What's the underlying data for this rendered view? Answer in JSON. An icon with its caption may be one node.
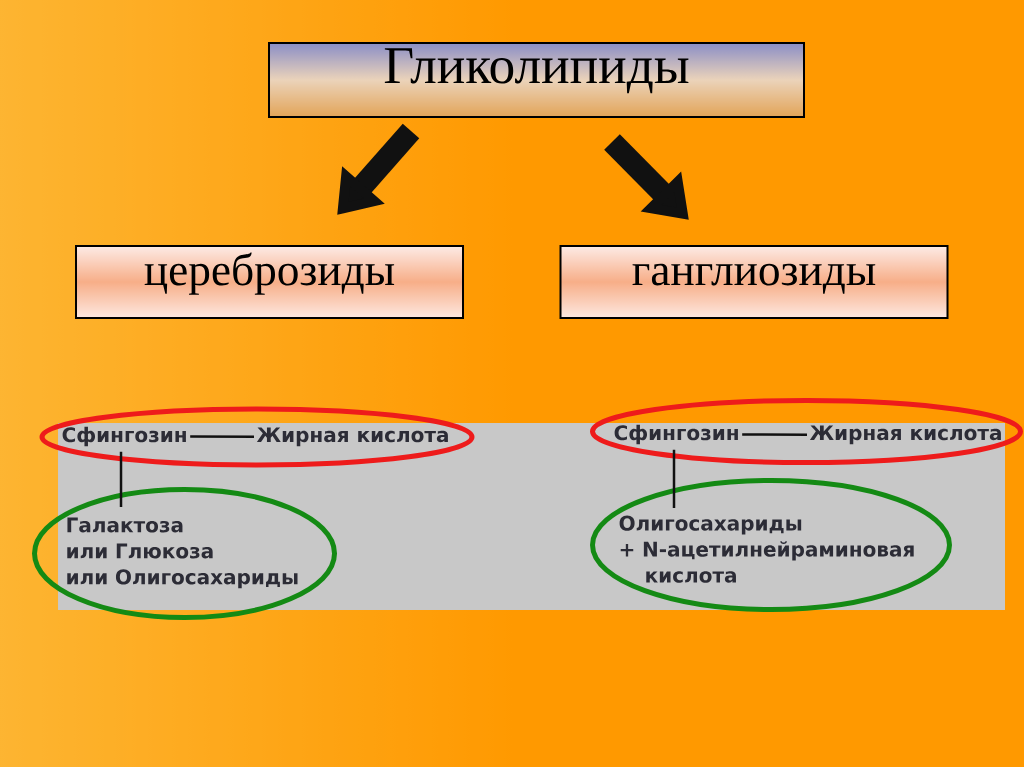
{
  "diagram": {
    "nodes": [
      {
        "text": [
          "Гликолипиды"
        ]
      },
      {
        "text": [
          "цереброзиды"
        ]
      },
      {
        "text": [
          "ганглиозиды"
        ]
      },
      {
        "text": [],
        "shape": "ellipse"
      },
      {
        "text": [
          "Сфингозин"
        ],
        "in": 3
      },
      {
        "text": [
          "Жирная кислота"
        ],
        "in": 3
      },
      {
        "text": [],
        "shape": "ellipse"
      },
      {
        "text": [
          "Галактоза или Глюкоза или Олигосахариды"
        ],
        "in": 6
      },
      {
        "text": [],
        "shape": "ellipse"
      },
      {
        "text": [
          "Сфингозин"
        ],
        "in": 8
      },
      {
        "text": [
          "Жирная кислота"
        ],
        "in": 8
      },
      {
        "text": [],
        "shape": "ellipse"
      },
      {
        "text": [
          "Олигосахариды + N-ацетилнейраминовая кислота"
        ],
        "in": 11
      }
    ],
    "edges": [
      {
        "from": 0,
        "to": 1,
        "arrow": "to",
        "style": "thick"
      },
      {
        "from": 0,
        "to": 2,
        "arrow": "to",
        "style": "thick"
      },
      {
        "from": 4,
        "to": 5,
        "arrow": "none"
      },
      {
        "from": 4,
        "to": 7,
        "arrow": "none"
      },
      {
        "from": 9,
        "to": 10,
        "arrow": "none"
      },
      {
        "from": 9,
        "to": 12,
        "arrow": "none"
      }
    ]
  }
}
